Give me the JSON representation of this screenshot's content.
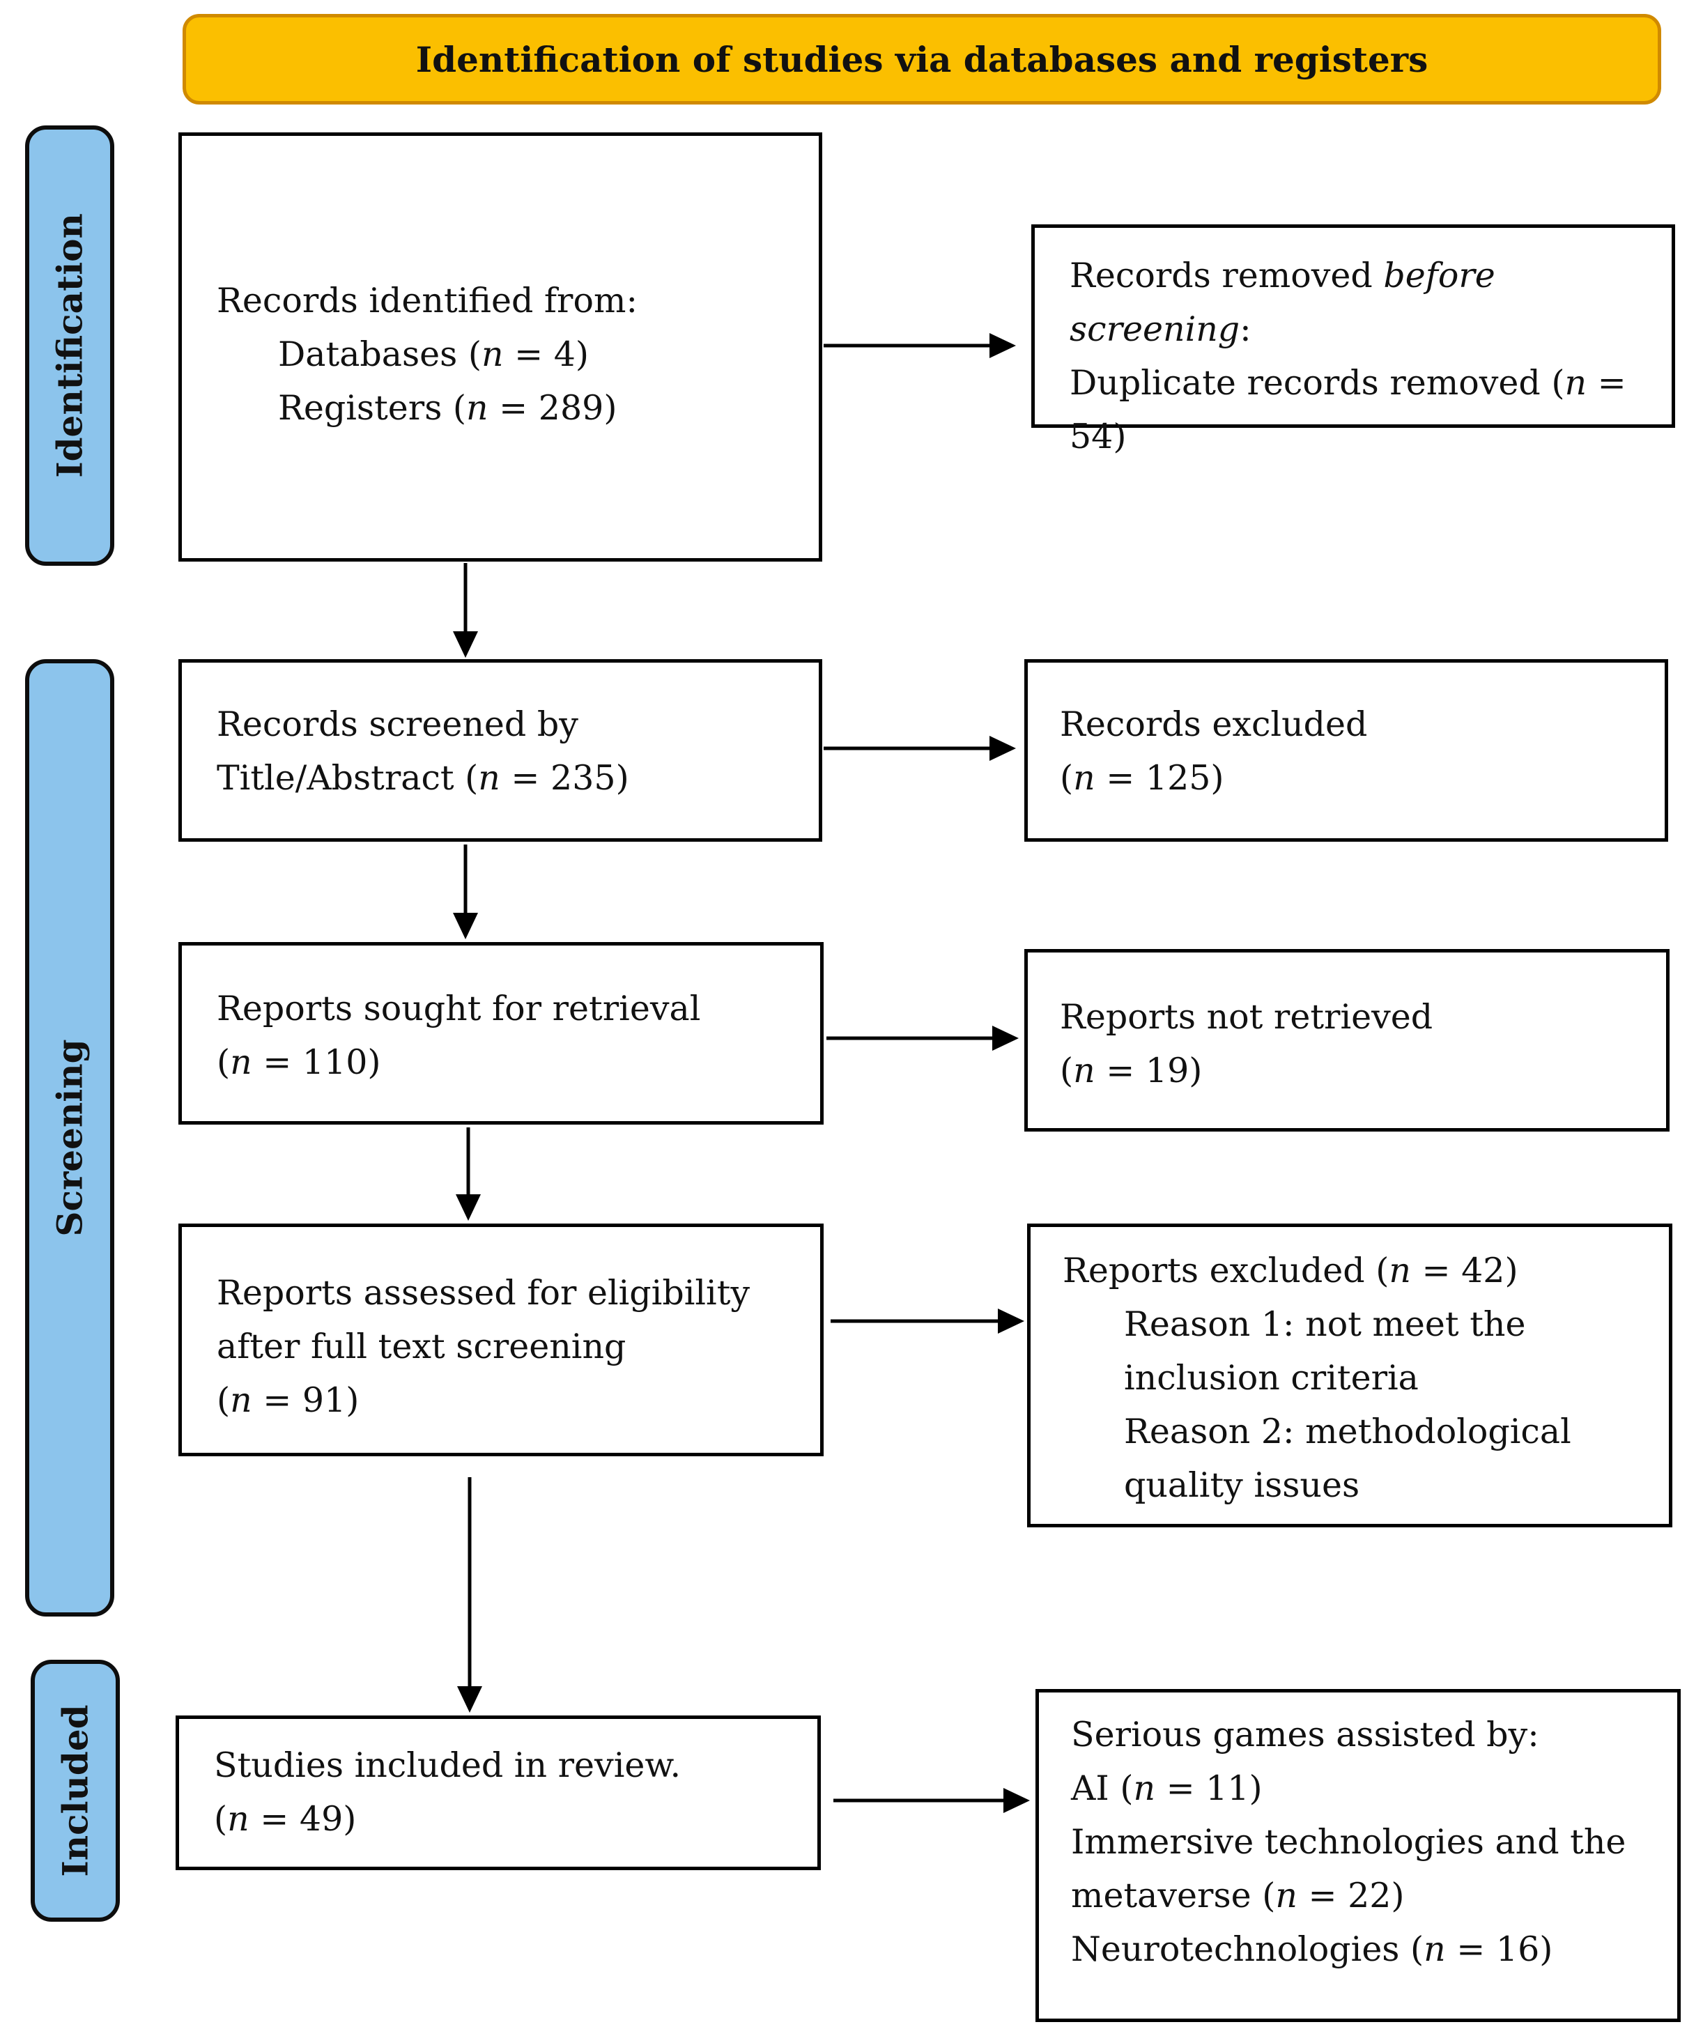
{
  "header": {
    "title": "Identification of studies via databases and registers"
  },
  "phases": {
    "identification": "Identification",
    "screening": "Screening",
    "included": "Included"
  },
  "n_symbol": "n",
  "boxes": {
    "identified": {
      "title": "Records identified from:",
      "databases_label": "Databases (",
      "databases_value": " = 4)",
      "registers_label": "Registers (",
      "registers_value": " = 289)"
    },
    "removed": {
      "line1_prefix": "Records removed ",
      "line1_italic": "before screening",
      "line1_suffix": ":",
      "line2": "Duplicate records removed (",
      "line2_value": " =",
      "line3": "54)"
    },
    "screened": {
      "line1": "Records screened by",
      "line2": "Title/Abstract (",
      "value": " = 235)"
    },
    "excluded": {
      "line1": "Records excluded",
      "line2_open": "(",
      "value": " = 125)"
    },
    "sought": {
      "line1": "Reports sought for retrieval",
      "line2_open": "(",
      "value": " = 110)"
    },
    "not_retrieved": {
      "line1": "Reports not retrieved",
      "line2_open": "(",
      "value": " = 19)"
    },
    "assessed": {
      "line1": "Reports assessed for eligibility",
      "line2": "after full text screening",
      "line3_open": "(",
      "value": " = 91)"
    },
    "reports_excluded": {
      "line1": "Reports excluded (",
      "value": " = 42)",
      "reason1a": "Reason 1: not meet the",
      "reason1b": "inclusion criteria",
      "reason2a": "Reason 2: methodological",
      "reason2b": "quality issues"
    },
    "included": {
      "line1": "Studies included in review.",
      "line2_open": "(",
      "value": " = 49)"
    },
    "serious_games": {
      "line1": "Serious games assisted by:",
      "ai_label": "AI (",
      "ai_value": " = 11)",
      "immersive_a": "Immersive technologies and the",
      "immersive_b": "metaverse (",
      "immersive_value": " = 22)",
      "neuro_label": "Neurotechnologies (",
      "neuro_value": " = 16)"
    }
  }
}
